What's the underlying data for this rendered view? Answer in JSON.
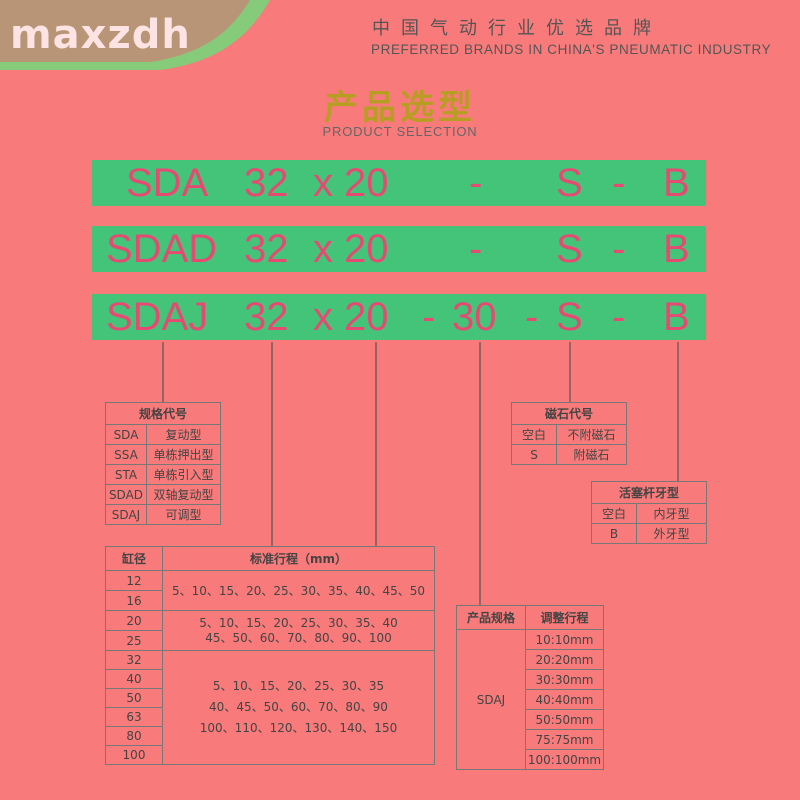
{
  "header": {
    "logo": "maxzdh",
    "slogan_cn": "中国气动行业优选品牌",
    "slogan_en": "PREFERRED BRANDS IN CHINA'S PNEUMATIC INDUSTRY"
  },
  "title": {
    "cn": "产品选型",
    "en": "PRODUCT SELECTION"
  },
  "colors": {
    "background": "#f97a7a",
    "bar_green": "#44c479",
    "code_pink": "#e64a73",
    "title_gold": "#b89d24"
  },
  "model_codes": [
    {
      "series": "SDA",
      "bore": "32",
      "x": "x",
      "stroke": "20",
      "d1": "",
      "adj": "",
      "d2": "-",
      "s": "S",
      "d3": "-",
      "b": "B"
    },
    {
      "series": "SDAD",
      "bore": "32",
      "x": "x",
      "stroke": "20",
      "d1": "",
      "adj": "",
      "d2": "-",
      "s": "S",
      "d3": "-",
      "b": "B"
    },
    {
      "series": "SDAJ",
      "bore": "32",
      "x": "x",
      "stroke": "20",
      "d1": "-",
      "adj": "30",
      "d2": "-",
      "s": "S",
      "d3": "-",
      "b": "B"
    }
  ],
  "spec_table": {
    "title": "规格代号",
    "rows": [
      [
        "SDA",
        "复动型"
      ],
      [
        "SSA",
        "单栋押出型"
      ],
      [
        "STA",
        "单栋引入型"
      ],
      [
        "SDAD",
        "双轴复动型"
      ],
      [
        "SDAJ",
        "可调型"
      ]
    ]
  },
  "magnet_table": {
    "title": "磁石代号",
    "rows": [
      [
        "空白",
        "不附磁石"
      ],
      [
        "S",
        "附磁石"
      ]
    ]
  },
  "rod_table": {
    "title": "活塞杆牙型",
    "rows": [
      [
        "空白",
        "内牙型"
      ],
      [
        "B",
        "外牙型"
      ]
    ]
  },
  "stroke_table": {
    "col1": "缸径",
    "col2": "标准行程（mm）",
    "bores": [
      "12",
      "16",
      "20",
      "25",
      "32",
      "40",
      "50",
      "63",
      "80",
      "100"
    ],
    "group1": "5、10、15、20、25、30、35、40、45、50",
    "group2_line1": "5、10、15、20、25、30、35、40",
    "group2_line2": "45、50、60、70、80、90、100",
    "group3_line1": "5、10、15、20、25、30、35",
    "group3_line2": "40、45、50、60、70、80、90",
    "group3_line3": "100、110、120、130、140、150"
  },
  "adjust_table": {
    "col1": "产品规格",
    "col2": "调整行程",
    "model": "SDAJ",
    "values": [
      "10:10mm",
      "20:20mm",
      "30:30mm",
      "40:40mm",
      "50:50mm",
      "75:75mm",
      "100:100mm"
    ]
  }
}
